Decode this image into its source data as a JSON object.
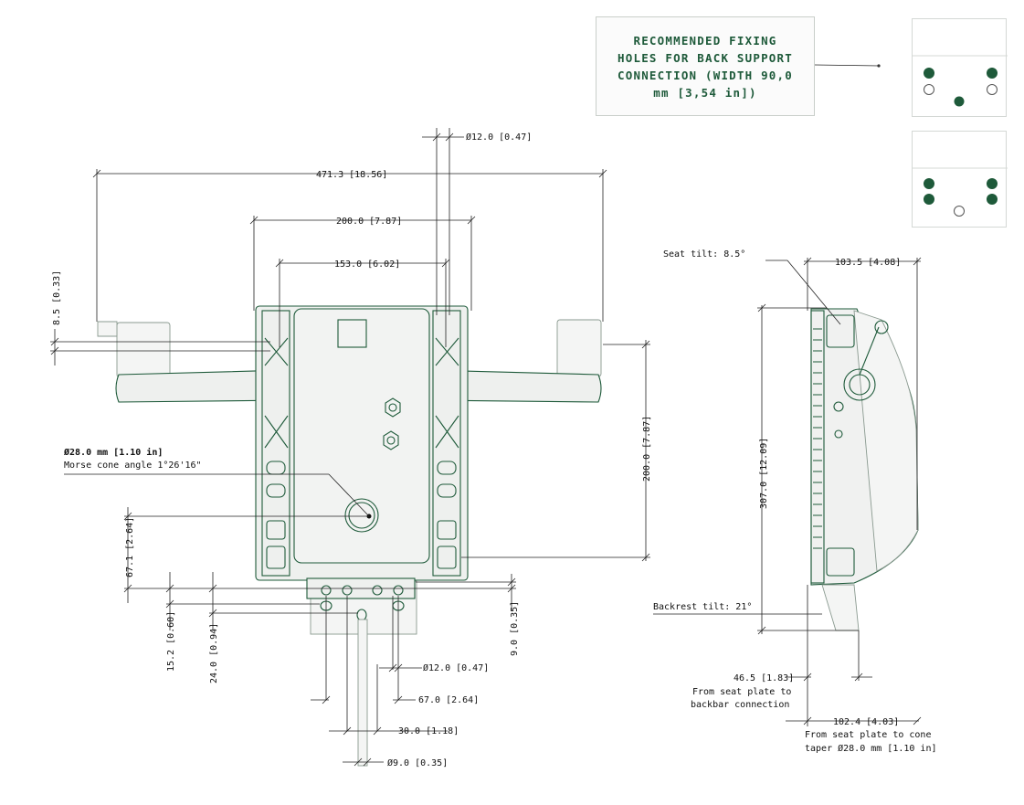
{
  "callout": {
    "text": "RECOMMENDED FIXING HOLES FOR BACK SUPPORT CONNECTION (WIDTH 90,0 mm [3,54 in])"
  },
  "colors": {
    "accent": "#1e5a3a",
    "part_fill": "#eef0ee",
    "line": "#222222"
  },
  "front_view": {
    "dims": {
      "d_pin_top": "Ø12.0 [0.47]",
      "overall_width": "471.3 [18.56]",
      "width_200": "200.0 [7.87]",
      "width_153": "153.0 [6.02]",
      "left_8_5": "8.5 [0.33]",
      "height_200": "200.0 [7.87]",
      "left_67_1": "67.1 [2.64]",
      "left_15_2": "15.2 [0.60]",
      "left_24_0": "24.0 [0.94]",
      "right_9_0": "9.0 [0.35]",
      "bottom_d12": "Ø12.0 [0.47]",
      "bottom_67": "67.0 [2.64]",
      "bottom_30": "30.0 [1.18]",
      "bottom_d9": "Ø9.0 [0.35]"
    },
    "morse_label_1": "Ø28.0 mm [1.10 in]",
    "morse_label_2": "Morse cone angle 1°26'16\""
  },
  "side_view": {
    "seat_tilt": "Seat tilt: 8.5°",
    "top_dim": "103.5 [4.08]",
    "height_dim": "307.0 [12.09]",
    "backrest_tilt": "Backrest tilt: 21°",
    "dim_46_5": "46.5 [1.83]",
    "dim_46_5_note_1": "From seat plate to",
    "dim_46_5_note_2": "backbar connection",
    "dim_102_4": "102.4 [4.03]",
    "dim_102_4_note_1": "From seat plate to cone",
    "dim_102_4_note_2": "taper Ø28.0 mm [1.10 in]"
  }
}
